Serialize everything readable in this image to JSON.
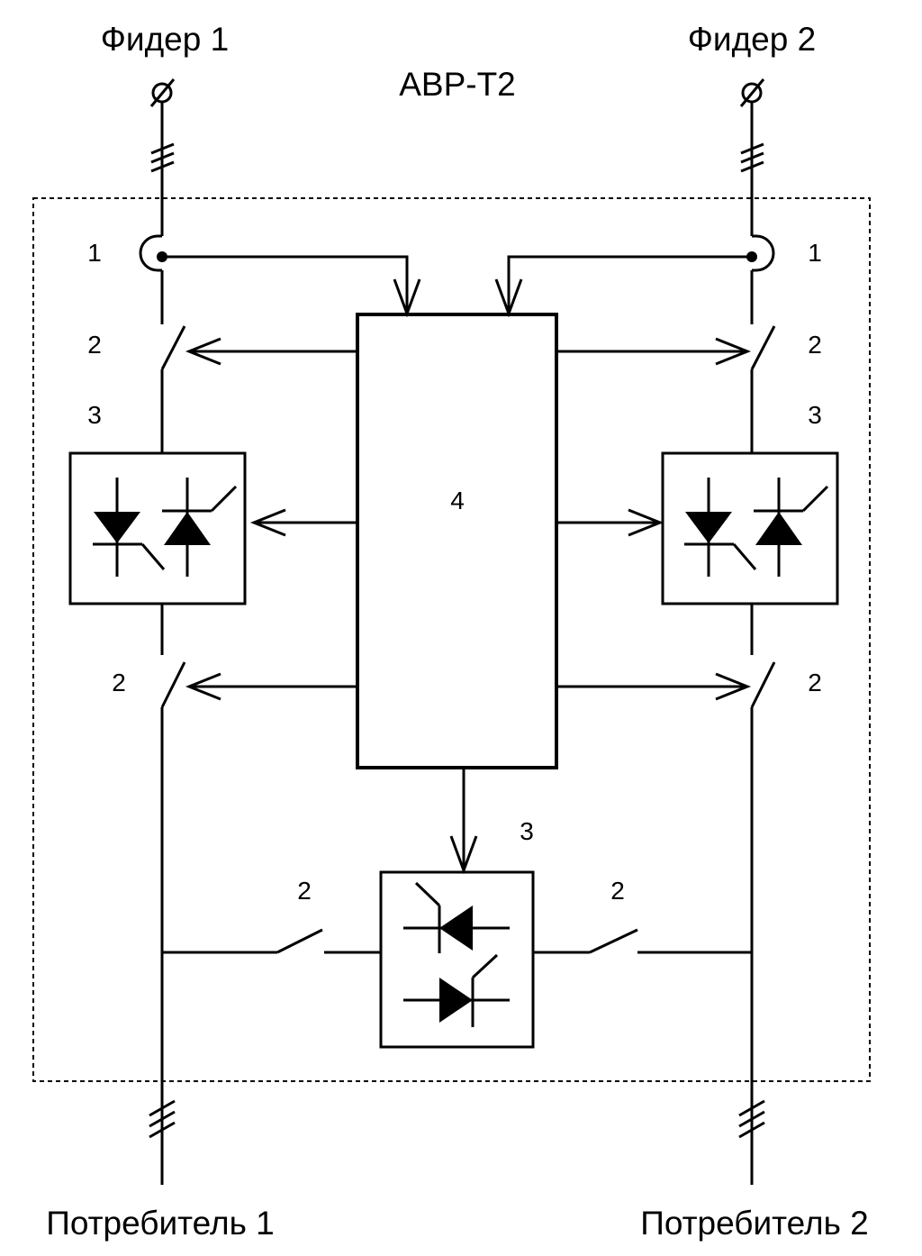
{
  "title": "АВР-Т2",
  "feeders": [
    "Фидер 1",
    "Фидер 2"
  ],
  "consumers": [
    "Потребитель 1",
    "Потребитель 2"
  ],
  "labels": {
    "sensor_left": "1",
    "sensor_right": "1",
    "switch_top_left": "2",
    "switch_top_right": "2",
    "thyristor_left": "3",
    "thyristor_right": "3",
    "switch_mid_left": "2",
    "switch_mid_right": "2",
    "control_block": "4",
    "thyristor_bottom": "3",
    "switch_bottom_left": "2",
    "switch_bottom_right": "2"
  },
  "colors": {
    "line": "#000000",
    "background": "#ffffff"
  }
}
